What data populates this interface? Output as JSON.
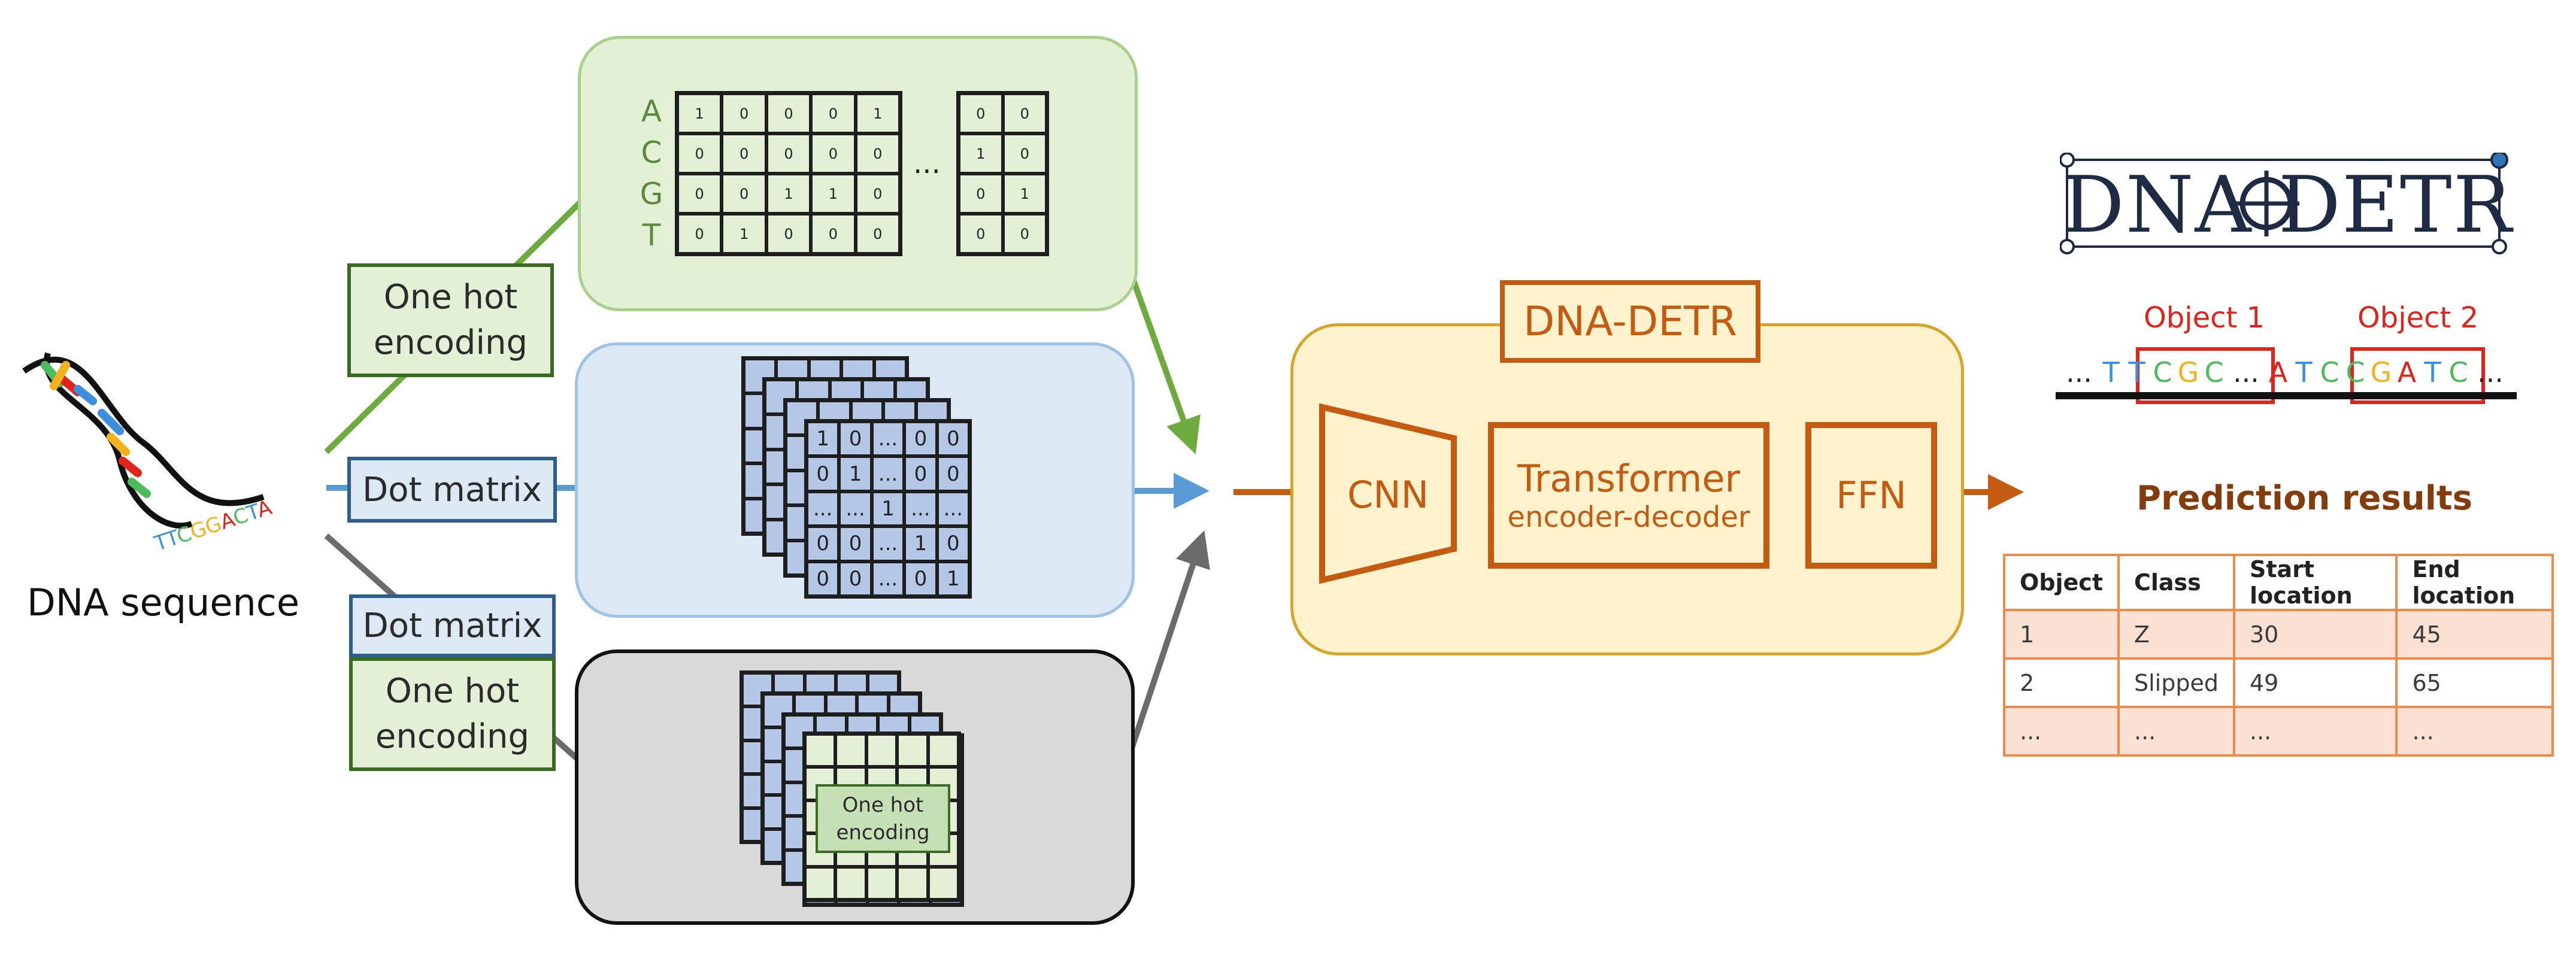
{
  "input_label": "DNA sequence",
  "helix_sequence": "TTCGGACTA",
  "encodings": {
    "one_hot_top": "One hot encoding",
    "dot_matrix_mid": "Dot matrix",
    "dot_matrix_bottom": "Dot matrix",
    "one_hot_bottom": "One hot encoding"
  },
  "one_hot_matrix": {
    "row_labels": [
      "A",
      "C",
      "G",
      "T"
    ],
    "main_rows": [
      [
        "1",
        "0",
        "0",
        "0",
        "1"
      ],
      [
        "0",
        "0",
        "0",
        "0",
        "0"
      ],
      [
        "0",
        "0",
        "1",
        "1",
        "0"
      ],
      [
        "0",
        "1",
        "0",
        "0",
        "0"
      ]
    ],
    "ellipsis": "...",
    "tail_rows": [
      [
        "0",
        "0"
      ],
      [
        "1",
        "0"
      ],
      [
        "0",
        "1"
      ],
      [
        "0",
        "0"
      ]
    ]
  },
  "dot_matrix": {
    "rows": [
      [
        "1",
        "0",
        "...",
        "0",
        "0"
      ],
      [
        "0",
        "1",
        "...",
        "0",
        "0"
      ],
      [
        "...",
        "...",
        "1",
        "...",
        "..."
      ],
      [
        "0",
        "0",
        "...",
        "1",
        "0"
      ],
      [
        "0",
        "0",
        "...",
        "0",
        "1"
      ]
    ]
  },
  "combined_label": "One hot encoding",
  "model": {
    "title": "DNA-DETR",
    "cnn": "CNN",
    "transformer_line1": "Transformer",
    "transformer_line2": "encoder-decoder",
    "ffn": "FFN"
  },
  "logo_text": "DNA DETR",
  "detection": {
    "object1_label": "Object 1",
    "object2_label": "Object 2",
    "sequence": [
      {
        "t": "...",
        "c": "#222222"
      },
      {
        "t": "T",
        "c": "#3b8fdc"
      },
      {
        "t": "T",
        "c": "#3b8fdc"
      },
      {
        "t": "C",
        "c": "#4cbb5a"
      },
      {
        "t": "G",
        "c": "#f2b21b"
      },
      {
        "t": "C",
        "c": "#4cbb5a"
      },
      {
        "t": "...",
        "c": "#222222"
      },
      {
        "t": "A",
        "c": "#e0241b"
      },
      {
        "t": "T",
        "c": "#3b8fdc"
      },
      {
        "t": "C",
        "c": "#4cbb5a"
      },
      {
        "t": "C",
        "c": "#4cbb5a"
      },
      {
        "t": "G",
        "c": "#f2b21b"
      },
      {
        "t": "A",
        "c": "#e0241b"
      },
      {
        "t": "T",
        "c": "#3b8fdc"
      },
      {
        "t": "C",
        "c": "#4cbb5a"
      },
      {
        "t": "...",
        "c": "#222222"
      }
    ]
  },
  "results": {
    "title": "Prediction results",
    "headers": [
      "Object",
      "Class",
      "Start location",
      "End location"
    ],
    "rows": [
      [
        "1",
        "Z",
        "30",
        "45"
      ],
      [
        "2",
        "Slipped",
        "49",
        "65"
      ],
      [
        "...",
        "...",
        "...",
        "..."
      ]
    ]
  },
  "colors": {
    "green_panel": "#e3f0d6",
    "green_border": "#8fc46c",
    "blue_panel": "#dde8f5",
    "blue_border": "#8fb4dc",
    "gray_panel": "#d9d9d9",
    "orange": "#c55a11",
    "yellow_panel": "#fff2cc",
    "yellow_border": "#d6a52a",
    "arrow_green": "#6eab3e",
    "arrow_blue": "#5b9bd5",
    "arrow_gray": "#6b6b6b"
  }
}
